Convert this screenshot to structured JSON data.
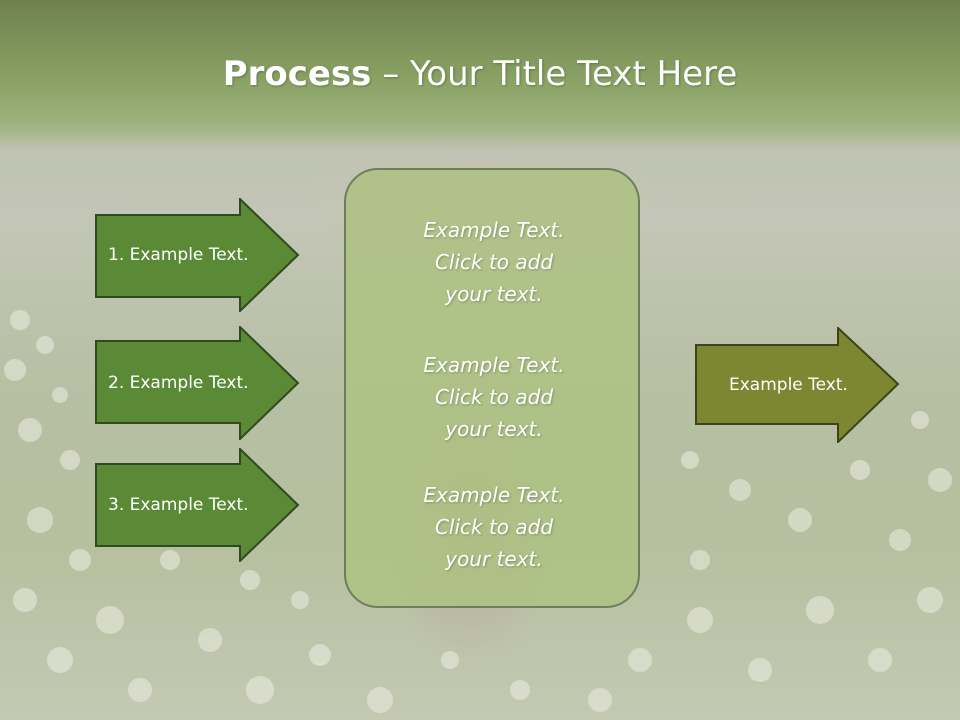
{
  "slide": {
    "title_bold": "Process",
    "title_rest": " – Your Title Text Here",
    "left_items": [
      {
        "label": "1. Example Text."
      },
      {
        "label": "2. Example Text."
      },
      {
        "label": "3. Example Text."
      }
    ],
    "center_blocks": [
      {
        "line1": "Example Text.",
        "line2": "Click  to add",
        "line3": "your text."
      },
      {
        "line1": "Example Text.",
        "line2": "Click  to add",
        "line3": "your text."
      },
      {
        "line1": "Example Text.",
        "line2": "Click  to add",
        "line3": "your text."
      }
    ],
    "right_item": {
      "label": "Example Text."
    }
  },
  "colors": {
    "left_arrow_fill": "#5a8a36",
    "right_arrow_fill": "#7d8631",
    "center_box_fill": "#adc283",
    "title_band": "#87a062"
  }
}
